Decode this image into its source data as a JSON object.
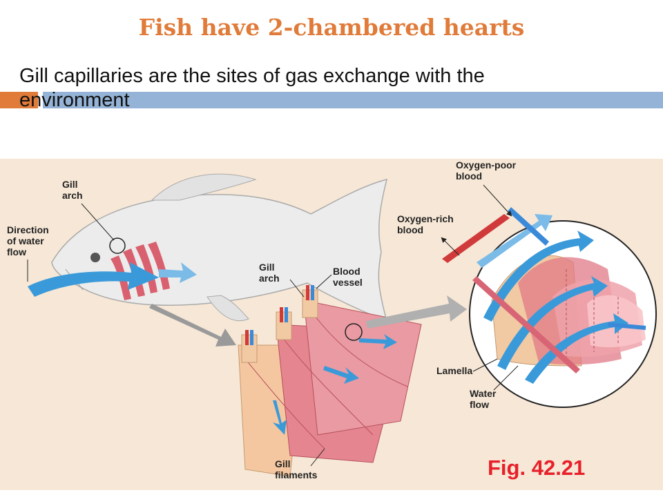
{
  "slide": {
    "title": "Fish have 2-chambered hearts",
    "subtitle": "Gill capillaries are the sites of gas exchange with the environment",
    "figure_ref": "Fig. 42.21"
  },
  "labels": {
    "gill_arch_main": [
      "Gill",
      "arch"
    ],
    "water_direction": [
      "Direction",
      "of water",
      "flow"
    ],
    "gill_arch_detail": [
      "Gill",
      "arch"
    ],
    "blood_vessel": [
      "Blood",
      "vessel"
    ],
    "gill_filaments": [
      "Gill",
      "filaments"
    ],
    "oxygen_poor": [
      "Oxygen-poor",
      "blood"
    ],
    "oxygen_rich": [
      "Oxygen-rich",
      "blood"
    ],
    "lamella": "Lamella",
    "water_flow": [
      "Water",
      "flow"
    ]
  },
  "colors": {
    "title": "#e07b39",
    "accent_orange": "#e07b39",
    "accent_blue": "#94b3d6",
    "panel_bg": "#f6e7d6",
    "water_arrow": "#3a9ad9",
    "gill_red": "#d9606e",
    "figure_ref": "#e8202a"
  }
}
